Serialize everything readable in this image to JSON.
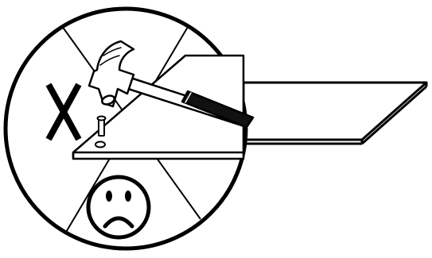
{
  "diagram": {
    "kind": "instruction-warning-illustration",
    "meaning": "incorrect",
    "prohibited_action": "hammering-nail-into-panel",
    "icons": [
      "cross-mark-icon",
      "sad-face-icon",
      "hammer-icon",
      "nail-icon"
    ],
    "colors": {
      "stroke": "#000000",
      "fill": "#ffffff",
      "handle_grip": "#111111"
    }
  }
}
